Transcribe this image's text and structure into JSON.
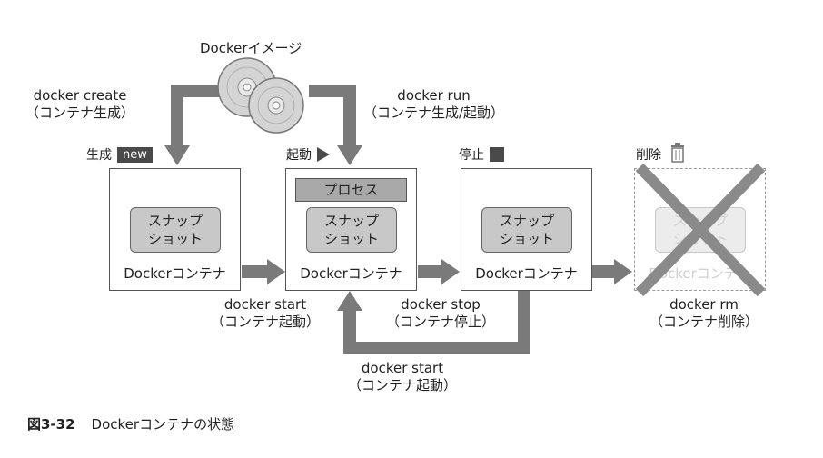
{
  "docker_image": {
    "label": "Dockerイメージ"
  },
  "states": {
    "created": {
      "label": "生成",
      "badge": "new"
    },
    "running": {
      "label": "起動"
    },
    "stopped": {
      "label": "停止"
    },
    "deleted": {
      "label": "削除"
    }
  },
  "containers": {
    "container_label": "Dockerコンテナ",
    "snapshot_line1": "スナップ",
    "snapshot_line2": "ショット",
    "process_label": "プロセス"
  },
  "commands": {
    "create": {
      "cmd": "docker create",
      "desc": "（コンテナ生成）"
    },
    "run": {
      "cmd": "docker run",
      "desc": "（コンテナ生成/起動）"
    },
    "start1": {
      "cmd": "docker start",
      "desc": "（コンテナ起動）"
    },
    "stop": {
      "cmd": "docker stop",
      "desc": "（コンテナ停止）"
    },
    "rm": {
      "cmd": "docker rm",
      "desc": "（コンテナ削除）"
    },
    "start2": {
      "cmd": "docker start",
      "desc": "（コンテナ起動）"
    }
  },
  "caption": {
    "number": "図3-32",
    "text": "Dockerコンテナの状態"
  },
  "colors": {
    "arrow": "#7a7a7a",
    "cross": "#8a8a8a",
    "snapshot": "#c8c8c8",
    "process": "#a8a8a8",
    "badge": "#4a4a4a"
  }
}
